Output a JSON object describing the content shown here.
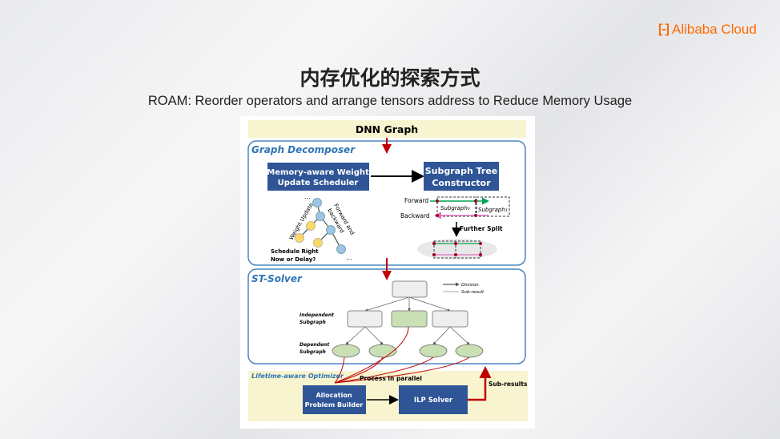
{
  "brand": {
    "logo_mark": "[-]",
    "name": "Alibaba Cloud",
    "color": "#ff6a00"
  },
  "slide": {
    "title": "内存优化的探索方式",
    "subtitle": "ROAM: Reorder operators and arrange tensors address to Reduce Memory Usage"
  },
  "diagram": {
    "dnn_graph": "DNN Graph",
    "graph_decomposer": {
      "label": "Graph Decomposer",
      "scheduler_line1": "Memory-aware Weight",
      "scheduler_line2": "Update Scheduler",
      "tree_line1": "Subgraph Tree",
      "tree_line2": "Constructor",
      "ellipsis": "...",
      "weight_update": "Weight Update",
      "forward_backward_1": "Forward and",
      "forward_backward_2": "backward",
      "schedule_q1": "Schedule Right",
      "schedule_q2": "Now or Delay?",
      "forward": "Forward",
      "backward": "Backward",
      "subgraph0": "Subgraph₀",
      "subgraph1": "Subgraph₁",
      "further_split": "Further Split"
    },
    "st_solver": {
      "label": "ST-Solver",
      "legend_division": "Division",
      "legend_subresult": "Sub-result",
      "independent_1": "Independent",
      "independent_2": "Subgraph",
      "dependent_1": "Dependent",
      "dependent_2": "Subgraph"
    },
    "optimizer": {
      "label": "Lifetime-aware Optimizer",
      "parallel": "Process in parallel",
      "builder_line1": "Allocation",
      "builder_line2": "Problem Builder",
      "ilp": "ILP Solver",
      "sub_results": "Sub-results"
    },
    "colors": {
      "box_blue": "#2f5597",
      "frame_blue": "#4a86c0",
      "arrow_red": "#c00000",
      "band_yellow": "#f8f4cf",
      "node_blue": "#9dc3e6",
      "node_yellow": "#ffd966",
      "green": "#c9e0b4"
    }
  }
}
